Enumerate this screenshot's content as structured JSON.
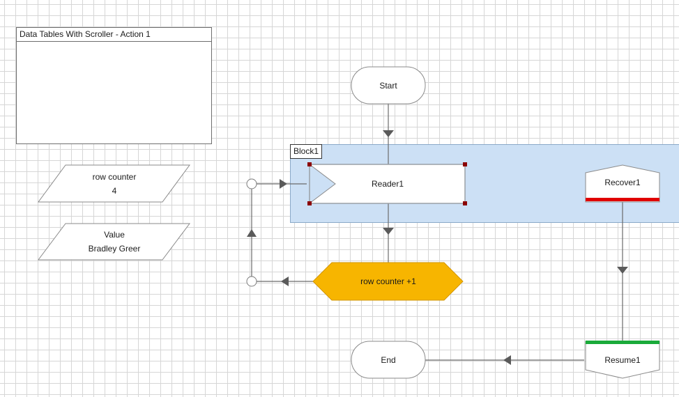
{
  "title_box": {
    "title": "Data Tables With Scroller - Action 1"
  },
  "block": {
    "label": "Block1"
  },
  "variables": {
    "row_counter": {
      "name": "row counter",
      "value": "4"
    },
    "value": {
      "name": "Value",
      "value": "Bradley Greer"
    }
  },
  "nodes": {
    "start": "Start",
    "reader": "Reader1",
    "recover": "Recover1",
    "calc": "row counter +1",
    "end": "End",
    "resume": "Resume1"
  },
  "colors": {
    "calc_fill": "#f7b500",
    "recover_bar": "#e00000",
    "resume_bar": "#1aaa3a",
    "block_fill": "#cce0f5",
    "selection_handle": "#8b0000"
  }
}
